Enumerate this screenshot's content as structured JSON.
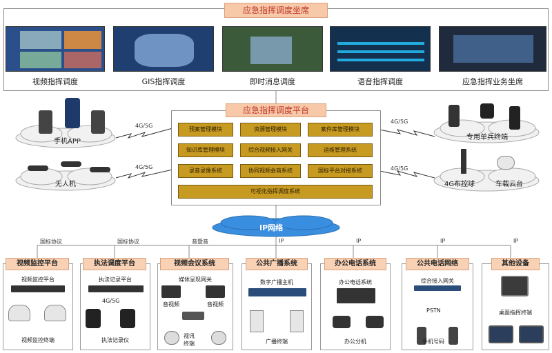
{
  "top": {
    "title": "应急指挥调度坐席",
    "screens": [
      {
        "label": "视频指挥调度"
      },
      {
        "label": "GIS指挥调度"
      },
      {
        "label": "即时消息调度"
      },
      {
        "label": "语音指挥调度"
      },
      {
        "label": "应急指挥业务坐席"
      }
    ]
  },
  "platform": {
    "title": "应急指挥调度平台",
    "modules": [
      "预案管理模块",
      "资源管理模块",
      "案件库管理模块",
      "知识库管理模块",
      "综合视频接入网关",
      "运维管理系统",
      "录音录像系统",
      "协同视频会商系统",
      "国标平台对接系统"
    ],
    "bottom_module": "可视化指挥调度系统"
  },
  "left_clouds": [
    {
      "label": "手机APP",
      "link": "4G/5G"
    },
    {
      "label": "无人机",
      "link": "4G/5G"
    }
  ],
  "right_clouds": [
    {
      "label": "专用单兵终端",
      "link": "4G/5G"
    },
    {
      "label1": "4G布控球",
      "label2": "车载云台",
      "link": "4G/5G"
    }
  ],
  "network": {
    "label": "IP网络"
  },
  "systems": [
    {
      "title": "视频监控平台",
      "link": "国标协议",
      "items": [
        "视频监控平台",
        "视频监控终端"
      ]
    },
    {
      "title": "执法调度平台",
      "link": "国标协议",
      "items": [
        "执法记录平台",
        "4G/5G",
        "执法记录仪"
      ]
    },
    {
      "title": "视频会议系统",
      "link": "音暨音",
      "items": [
        "媒体呈现网关",
        "音视频",
        "音视频",
        "视讯",
        "终端"
      ]
    },
    {
      "title": "公共广播系统",
      "link": "IP",
      "items": [
        "数字广播主机",
        "广播终端"
      ]
    },
    {
      "title": "办公电话系统",
      "link": "IP",
      "items": [
        "办公电话系统",
        "办公分机"
      ]
    },
    {
      "title": "公共电话网络",
      "link": "IP",
      "items": [
        "综合接入网关",
        "PSTN",
        "手机号码"
      ]
    },
    {
      "title": "其他设备",
      "link": "IP",
      "items": [
        "桌面指挥终端"
      ]
    }
  ]
}
